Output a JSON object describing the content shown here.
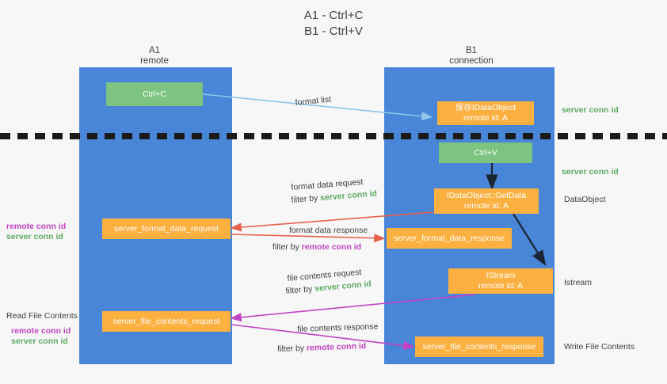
{
  "title": {
    "line1": "A1 - Ctrl+C",
    "line2": "B1 - Ctrl+V"
  },
  "lanes": [
    {
      "name": "A1",
      "role": "remote"
    },
    {
      "name": "B1",
      "role": "connection"
    }
  ],
  "nodes": {
    "ctrl_c": "Ctrl+C",
    "ctrl_v": "Ctrl+V",
    "save_idataobject_l1": "保存IDataObject",
    "save_idataobject_l2": "remote id: A",
    "getdata_l1": "IDataObject::GetData",
    "getdata_l2": "remote id: A",
    "istream_l1": "IStream",
    "istream_l2": "remote id: A",
    "server_format_data_request": "server_format_data_request",
    "server_format_data_response": "server_format_data_response",
    "server_file_contents_request": "server_file_contents_request",
    "server_file_contents_response": "server_file_contents_response"
  },
  "edge_labels": {
    "format_list": "format list",
    "format_data_request": "format data request",
    "format_data_request_filter_prefix": "filter by ",
    "format_data_request_filter_value": "server conn id",
    "format_data_response": "format data response",
    "format_data_response_filter_prefix": "filter by ",
    "format_data_response_filter_value": "remote conn id",
    "file_contents_request": "file contents request",
    "file_contents_request_filter_prefix": "filter by ",
    "file_contents_request_filter_value": "server conn id",
    "file_contents_response": "file contents response",
    "file_contents_response_filter_prefix": "filter by ",
    "file_contents_response_filter_value": "remote conn id"
  },
  "annotations": {
    "right_server_conn_id_top": "server conn id",
    "right_server_conn_id_mid": "server conn id",
    "right_dataobject": "DataObject",
    "right_istream": "Istream",
    "right_write_file_contents": "Write File Contents",
    "left_remote_conn_id_1": "remote conn id",
    "left_server_conn_id_1": "server conn id",
    "left_read_file_contents": "Read File Contents",
    "left_remote_conn_id_2": "remote conn id",
    "left_server_conn_id_2": "server conn id"
  },
  "colors": {
    "lane": "#4a86d8",
    "node_green": "#7cc47f",
    "node_orange": "#fbb040",
    "text_dark": "#3c4043",
    "green_text": "#5cab62",
    "magenta_text": "#c342c3",
    "edge_lightblue": "#8ec5e8",
    "edge_red": "#e8604c",
    "edge_magenta": "#c342c3",
    "edge_dark": "#1a2533",
    "divider": "#1a1a1a",
    "background": "#f7f7f7"
  }
}
